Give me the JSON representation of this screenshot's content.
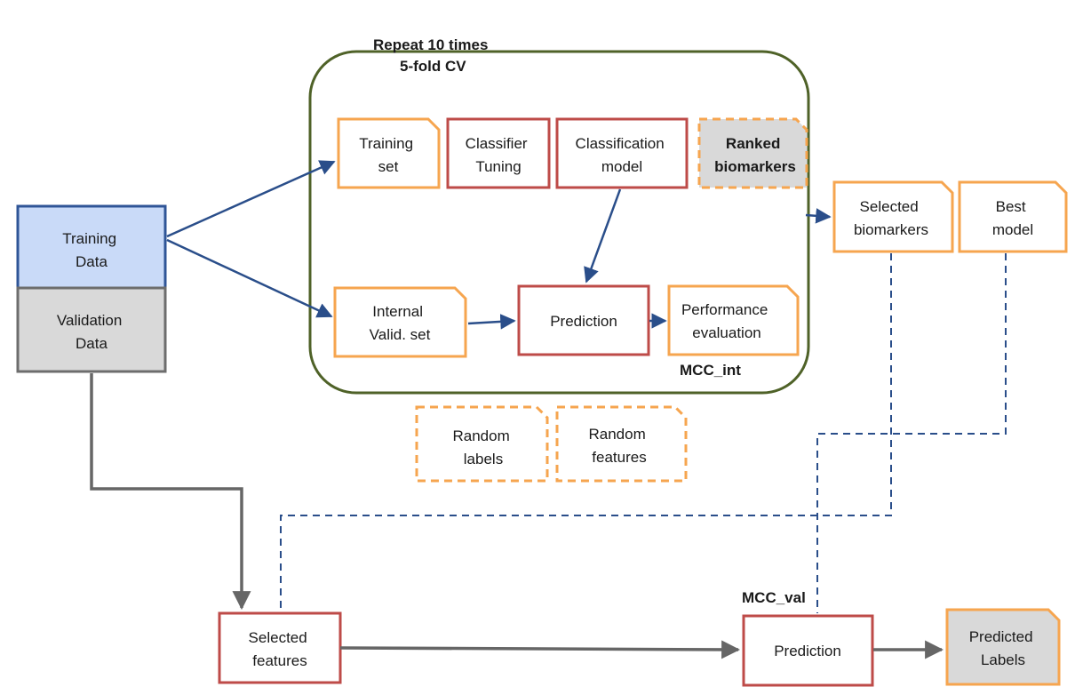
{
  "cv_loop": {
    "repeat_label": "Repeat 10 times",
    "fold_label": "5-fold CV",
    "mcc_int_label": "MCC_int"
  },
  "nodes": {
    "training_data": [
      "Training",
      "Data"
    ],
    "validation_data": [
      "Validation",
      "Data"
    ],
    "training_set": [
      "Training",
      "set"
    ],
    "classifier_tuning": [
      "Classifier",
      "Tuning"
    ],
    "classification_model": [
      "Classification",
      "model"
    ],
    "ranked_biomarkers": [
      "Ranked",
      "biomarkers"
    ],
    "internal_valid_set": [
      "Internal",
      "Valid. set"
    ],
    "prediction_int": [
      "Prediction"
    ],
    "performance_evaluation": [
      "Performance",
      "evaluation"
    ],
    "selected_biomarkers": [
      "Selected",
      "biomarkers"
    ],
    "best_model": [
      "Best",
      "model"
    ],
    "random_labels": [
      "Random",
      "labels"
    ],
    "random_features": [
      "Random",
      "features"
    ],
    "selected_features": [
      "Selected",
      "features"
    ],
    "prediction_val": [
      "Prediction"
    ],
    "predicted_labels": [
      "Predicted",
      "Labels"
    ]
  },
  "mcc_val_label": "MCC_val",
  "colors": {
    "blue_fill": "#c9daf8",
    "blue_border": "#2f5597",
    "gray_fill": "#d9d9d9",
    "gray_border": "#6d6d6d",
    "orange_border": "#f6a54f",
    "red_border": "#be4b48",
    "green_loop": "#4f6228",
    "blue_arrow": "#2a4e8a",
    "gray_arrow": "#666666"
  }
}
